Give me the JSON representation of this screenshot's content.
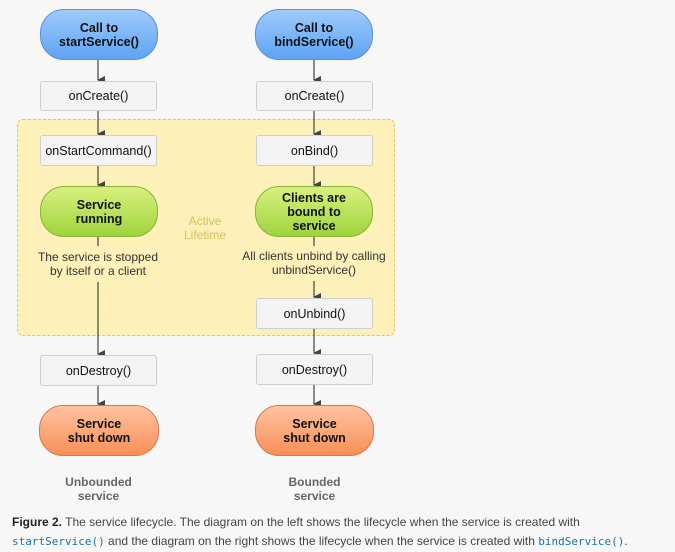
{
  "active_lifetime": {
    "line1": "Active",
    "line2": "Lifetime"
  },
  "left": {
    "start": {
      "line1": "Call to",
      "line2": "startService()"
    },
    "on_create": "onCreate()",
    "on_start_command": "onStartCommand()",
    "running": {
      "line1": "Service",
      "line2": "running"
    },
    "note": {
      "line1": "The service is stopped",
      "line2": "by itself or a client"
    },
    "on_destroy": "onDestroy()",
    "shutdown": {
      "line1": "Service",
      "line2": "shut down"
    },
    "label": {
      "line1": "Unbounded",
      "line2": "service"
    }
  },
  "right": {
    "start": {
      "line1": "Call to",
      "line2": "bindService()"
    },
    "on_create": "onCreate()",
    "on_bind": "onBind()",
    "bound": {
      "line1": "Clients are",
      "line2": "bound to",
      "line3": "service"
    },
    "note": {
      "line1": "All clients unbind by calling",
      "line2": "unbindService()"
    },
    "on_unbind": "onUnbind()",
    "on_destroy": "onDestroy()",
    "shutdown": {
      "line1": "Service",
      "line2": "shut down"
    },
    "label": {
      "line1": "Bounded",
      "line2": "service"
    }
  },
  "caption": {
    "figure": "Figure 2.",
    "text1": " The service lifecycle. The diagram on the left shows the lifecycle when the service is created with ",
    "code1": "startService()",
    "text2": " and the diagram on the right shows the lifecycle when the service is created with ",
    "code2": "bindService()",
    "text3": "."
  },
  "colors": {
    "blue": "#5ea3f4",
    "green": "#9fd43d",
    "orange": "#f88f58",
    "active_bg": "#fdf0b8"
  }
}
